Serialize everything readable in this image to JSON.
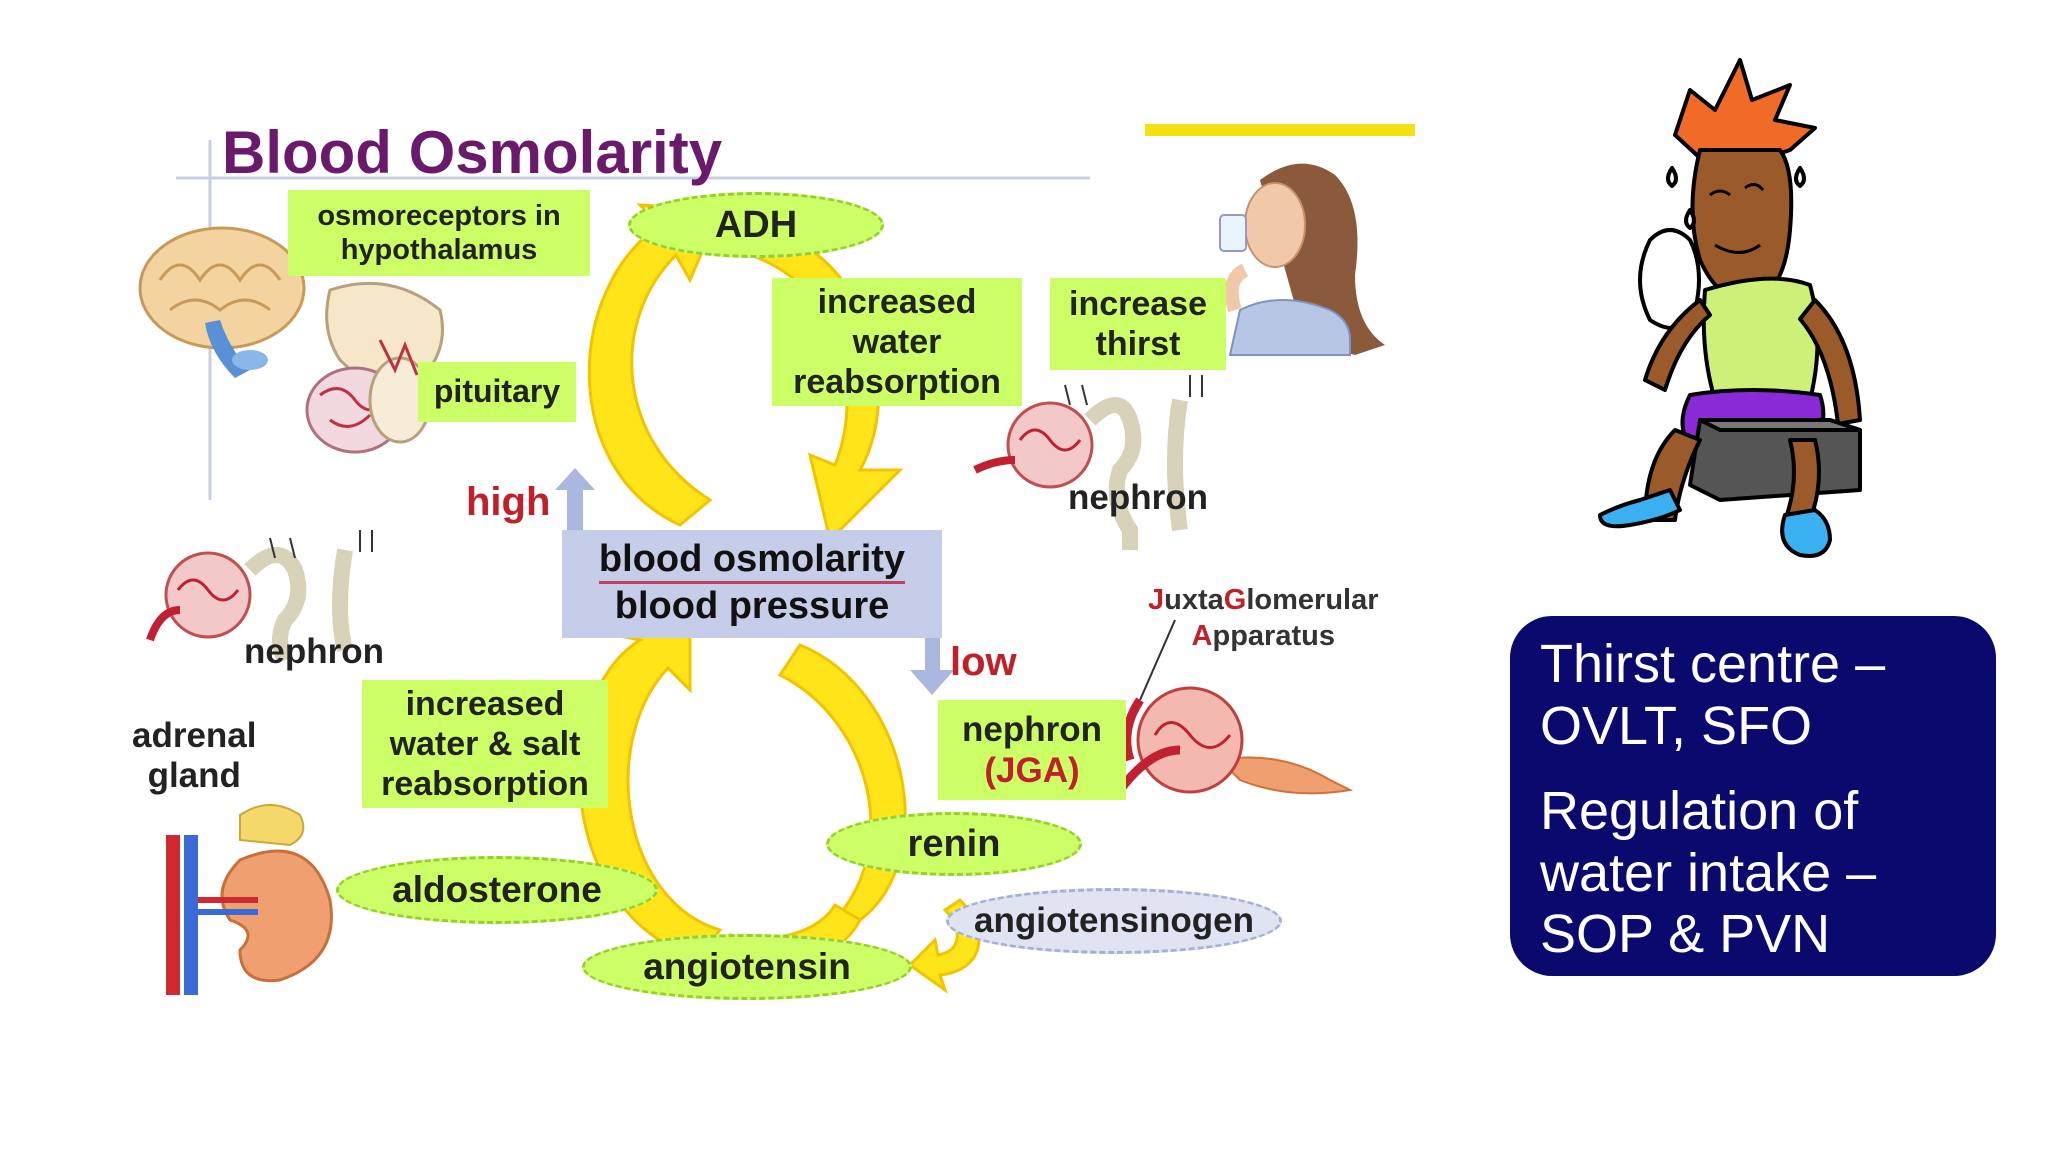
{
  "diagram": {
    "title": "Blood Osmolarity",
    "center": {
      "line1": "blood osmolarity",
      "line2": "blood pressure"
    },
    "direction_high": "high",
    "direction_low": "low",
    "boxes": {
      "osmoreceptors": "osmoreceptors in\nhypothalamus",
      "pituitary": "pituitary",
      "increased_water": "increased\nwater\nreabsorption",
      "increase_thirst": "increase\nthirst",
      "increased_water_salt": "increased\nwater & salt\nreabsorption",
      "nephron_jga_nephron": "nephron",
      "nephron_jga_abbr": "(JGA)"
    },
    "ovals": {
      "adh": "ADH",
      "renin": "renin",
      "aldosterone": "aldosterone",
      "angiotensin": "angiotensin",
      "angiotensinogen": "angiotensinogen"
    },
    "labels": {
      "nephron_right": "nephron",
      "nephron_left": "nephron",
      "adrenal_gland": "adrenal\ngland",
      "juxta_j": "J",
      "juxta_uxta": "uxta",
      "juxta_g": "G",
      "juxta_lomerular": "lomerular",
      "apparatus_a": "A",
      "apparatus_rest": "pparatus"
    },
    "colors": {
      "green": "#ccff66",
      "arrow_yellow": "#ffe41a",
      "title_purple": "#6a1a6a",
      "red_text": "#c0202a",
      "center_blue": "#c5cde8",
      "panel_navy": "#0a0a6e"
    }
  },
  "info_panel": {
    "line1": "Thirst centre –\nOVLT, SFO",
    "line2": "Regulation of\nwater intake –\nSOP  &  PVN"
  },
  "icons": [
    "brain-icon",
    "pituitary-gland-icon",
    "nephron-icon",
    "kidney-adrenal-icon",
    "woman-drinking-icon",
    "thirsty-man-icon",
    "juxtaglomerular-apparatus-icon"
  ]
}
